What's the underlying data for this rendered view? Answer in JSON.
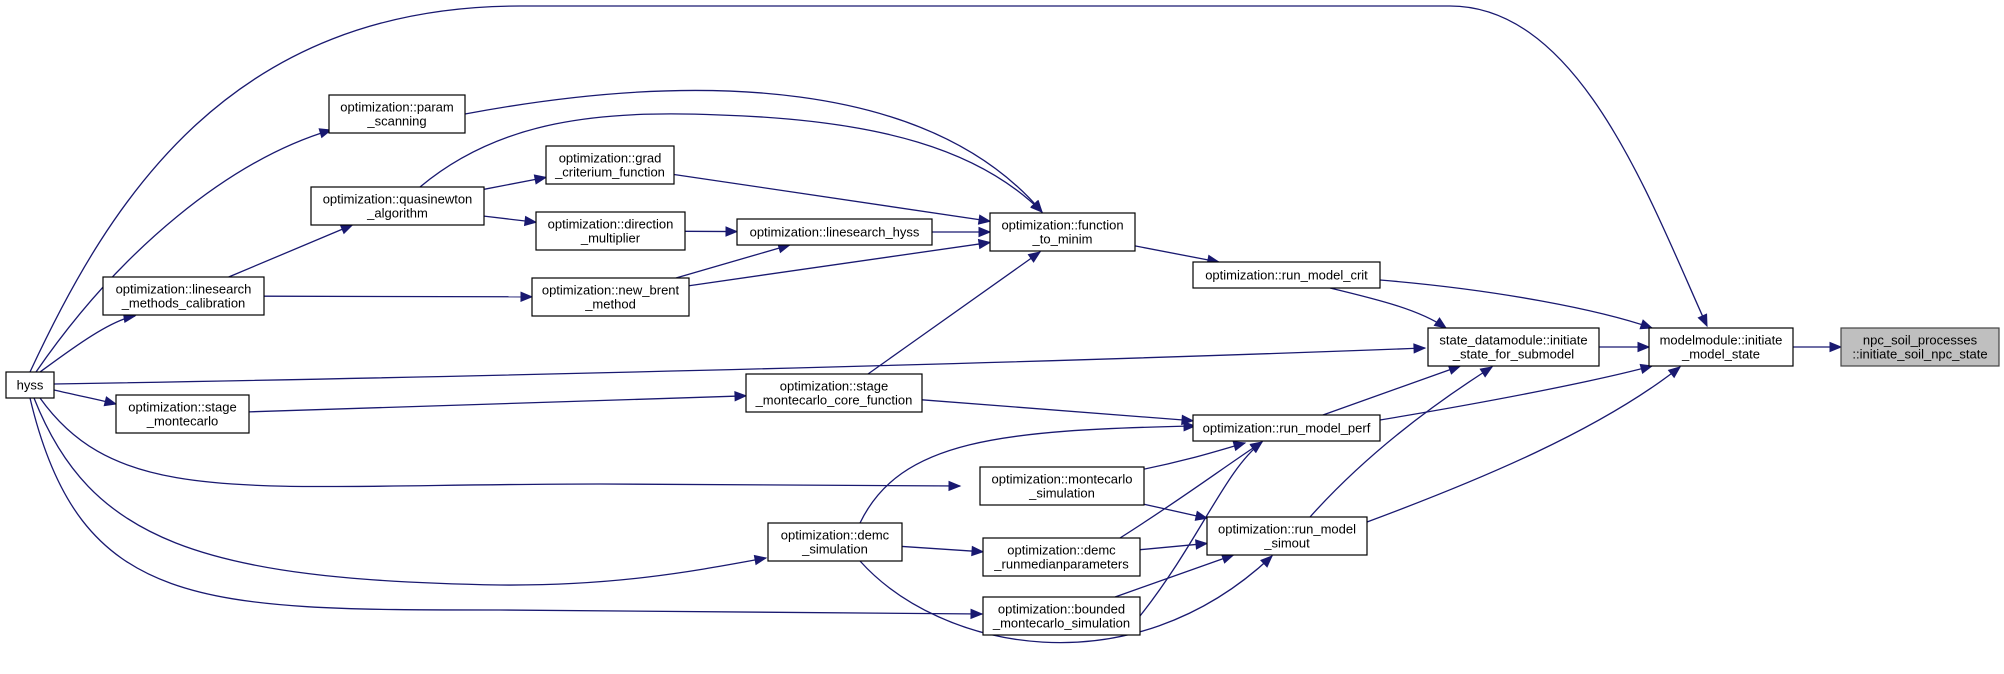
{
  "diagram": {
    "type": "caller-graph",
    "colors": {
      "edge": "#191970",
      "node_fill": "#ffffff",
      "root_fill": "#bfbfbf",
      "text": "#000000"
    },
    "nodes": [
      {
        "id": "npc",
        "lines": [
          "npc_soil_processes",
          "::initiate_soil_npc_state"
        ],
        "root": true
      },
      {
        "id": "modelmodule",
        "lines": [
          "modelmodule::initiate",
          "_model_state"
        ]
      },
      {
        "id": "statedm",
        "lines": [
          "state_datamodule::initiate",
          "_state_for_submodel"
        ]
      },
      {
        "id": "runcrit",
        "lines": [
          "optimization::run_model_crit"
        ]
      },
      {
        "id": "runperf",
        "lines": [
          "optimization::run_model_perf"
        ]
      },
      {
        "id": "simout",
        "lines": [
          "optimization::run_model",
          "_simout"
        ]
      },
      {
        "id": "funcmin",
        "lines": [
          "optimization::function",
          "_to_minim"
        ]
      },
      {
        "id": "mcsim",
        "lines": [
          "optimization::montecarlo",
          "_simulation"
        ]
      },
      {
        "id": "demcmed",
        "lines": [
          "optimization::demc",
          "_runmedianparameters"
        ]
      },
      {
        "id": "bounded",
        "lines": [
          "optimization::bounded",
          "_montecarlo_simulation"
        ]
      },
      {
        "id": "paramscan",
        "lines": [
          "optimization::param",
          "_scanning"
        ]
      },
      {
        "id": "gradcrit",
        "lines": [
          "optimization::grad",
          "_criterium_function"
        ]
      },
      {
        "id": "quasi",
        "lines": [
          "optimization::quasinewton",
          "_algorithm"
        ]
      },
      {
        "id": "direction",
        "lines": [
          "optimization::direction",
          "_multiplier"
        ]
      },
      {
        "id": "lshyss",
        "lines": [
          "optimization::linesearch_hyss"
        ]
      },
      {
        "id": "brent",
        "lines": [
          "optimization::new_brent",
          "_method"
        ]
      },
      {
        "id": "lsmethods",
        "lines": [
          "optimization::linesearch",
          "_methods_calibration"
        ]
      },
      {
        "id": "stagemc",
        "lines": [
          "optimization::stage",
          "_montecarlo"
        ]
      },
      {
        "id": "stagecore",
        "lines": [
          "optimization::stage",
          "_montecarlo_core_function"
        ]
      },
      {
        "id": "demcsim",
        "lines": [
          "optimization::demc",
          "_simulation"
        ]
      },
      {
        "id": "hyss",
        "lines": [
          "hyss"
        ]
      }
    ],
    "edges": [
      {
        "from": "modelmodule",
        "to": "npc"
      },
      {
        "from": "statedm",
        "to": "modelmodule"
      },
      {
        "from": "runcrit",
        "to": "modelmodule"
      },
      {
        "from": "runperf",
        "to": "modelmodule"
      },
      {
        "from": "simout",
        "to": "modelmodule"
      },
      {
        "from": "hyss",
        "to": "modelmodule"
      },
      {
        "from": "runcrit",
        "to": "statedm"
      },
      {
        "from": "runperf",
        "to": "statedm"
      },
      {
        "from": "simout",
        "to": "statedm"
      },
      {
        "from": "hyss",
        "to": "statedm"
      },
      {
        "from": "funcmin",
        "to": "runcrit"
      },
      {
        "from": "stagecore",
        "to": "runperf"
      },
      {
        "from": "demcsim",
        "to": "runperf"
      },
      {
        "from": "mcsim",
        "to": "runperf"
      },
      {
        "from": "demcmed",
        "to": "runperf"
      },
      {
        "from": "bounded",
        "to": "runperf"
      },
      {
        "from": "mcsim",
        "to": "simout"
      },
      {
        "from": "demcmed",
        "to": "simout"
      },
      {
        "from": "bounded",
        "to": "simout"
      },
      {
        "from": "demcsim",
        "to": "simout"
      },
      {
        "from": "paramscan",
        "to": "funcmin"
      },
      {
        "from": "quasi",
        "to": "funcmin"
      },
      {
        "from": "gradcrit",
        "to": "funcmin"
      },
      {
        "from": "lshyss",
        "to": "funcmin"
      },
      {
        "from": "brent",
        "to": "funcmin"
      },
      {
        "from": "stagecore",
        "to": "funcmin"
      },
      {
        "from": "quasi",
        "to": "gradcrit"
      },
      {
        "from": "quasi",
        "to": "direction"
      },
      {
        "from": "direction",
        "to": "lshyss"
      },
      {
        "from": "brent",
        "to": "lshyss"
      },
      {
        "from": "lsmethods",
        "to": "quasi"
      },
      {
        "from": "lsmethods",
        "to": "brent"
      },
      {
        "from": "stagemc",
        "to": "stagecore"
      },
      {
        "from": "demcsim",
        "to": "demcmed"
      },
      {
        "from": "hyss",
        "to": "paramscan"
      },
      {
        "from": "hyss",
        "to": "lsmethods"
      },
      {
        "from": "hyss",
        "to": "stagemc"
      },
      {
        "from": "hyss",
        "to": "mcsim"
      },
      {
        "from": "hyss",
        "to": "demcsim"
      },
      {
        "from": "hyss",
        "to": "bounded"
      }
    ]
  }
}
